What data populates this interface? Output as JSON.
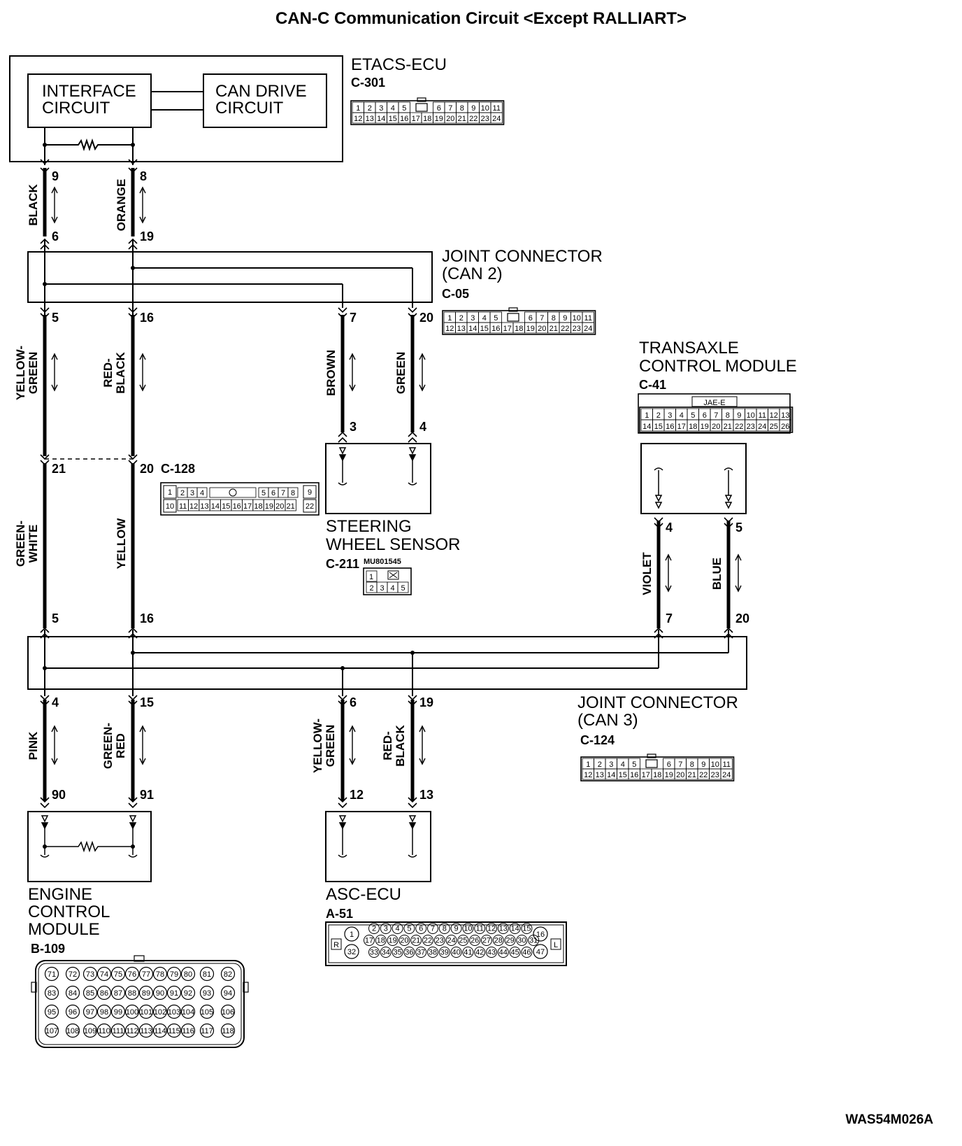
{
  "title": "CAN-C Communication Circuit <Except RALLIART>",
  "figure_code": "WAS54M026A",
  "etacs": {
    "name": "ETACS-ECU",
    "connector": "C-301",
    "interface": [
      "INTERFACE",
      "CIRCUIT"
    ],
    "can_drive": [
      "CAN DRIVE",
      "CIRCUIT"
    ],
    "cells_top": [
      "1",
      "2",
      "3",
      "4",
      "5",
      "6",
      "7",
      "8",
      "9",
      "10",
      "11"
    ],
    "cells_bottom": [
      "12",
      "13",
      "14",
      "15",
      "16",
      "17",
      "18",
      "19",
      "20",
      "21",
      "22",
      "23",
      "24"
    ]
  },
  "jc2": {
    "name": [
      "JOINT CONNECTOR",
      "(CAN 2)"
    ],
    "connector": "C-05",
    "cells_top": [
      "1",
      "2",
      "3",
      "4",
      "5",
      "6",
      "7",
      "8",
      "9",
      "10",
      "11"
    ],
    "cells_bottom": [
      "12",
      "13",
      "14",
      "15",
      "16",
      "17",
      "18",
      "19",
      "20",
      "21",
      "22",
      "23",
      "24"
    ]
  },
  "jc3": {
    "name": [
      "JOINT CONNECTOR",
      "(CAN 3)"
    ],
    "connector": "C-124",
    "cells_top": [
      "1",
      "2",
      "3",
      "4",
      "5",
      "6",
      "7",
      "8",
      "9",
      "10",
      "11"
    ],
    "cells_bottom": [
      "12",
      "13",
      "14",
      "15",
      "16",
      "17",
      "18",
      "19",
      "20",
      "21",
      "22",
      "23",
      "24"
    ]
  },
  "tcm": {
    "name": [
      "TRANSAXLE",
      "CONTROL MODULE"
    ],
    "connector": "C-41",
    "tag": "JAE-E",
    "cells_top": [
      "1",
      "2",
      "3",
      "4",
      "5",
      "6",
      "7",
      "8",
      "9",
      "10",
      "11",
      "12",
      "13"
    ],
    "cells_bottom": [
      "14",
      "15",
      "16",
      "17",
      "18",
      "19",
      "20",
      "21",
      "22",
      "23",
      "24",
      "25",
      "26"
    ]
  },
  "sws": {
    "name": [
      "STEERING",
      "WHEEL SENSOR"
    ],
    "connector": "C-211",
    "part_no": "MU801545",
    "cells_top": [
      "1"
    ],
    "cells_bottom": [
      "2",
      "3",
      "4",
      "5"
    ]
  },
  "c128": {
    "connector": "C-128",
    "cells_top": [
      "1",
      "2",
      "3",
      "4",
      "5",
      "6",
      "7",
      "8",
      "9"
    ],
    "cells_bottom": [
      "10",
      "11",
      "12",
      "13",
      "14",
      "15",
      "16",
      "17",
      "18",
      "19",
      "20",
      "21",
      "22"
    ]
  },
  "ecm": {
    "name": [
      "ENGINE",
      "CONTROL",
      "MODULE"
    ],
    "connector": "B-109",
    "rows": [
      [
        "71",
        "72",
        "73",
        "74",
        "75",
        "76",
        "77",
        "78",
        "79",
        "80",
        "81",
        "82"
      ],
      [
        "83",
        "84",
        "85",
        "86",
        "87",
        "88",
        "89",
        "90",
        "91",
        "92",
        "93",
        "94"
      ],
      [
        "95",
        "96",
        "97",
        "98",
        "99",
        "100",
        "101",
        "102",
        "103",
        "104",
        "105",
        "106"
      ],
      [
        "107",
        "108",
        "109",
        "110",
        "111",
        "112",
        "113",
        "114",
        "115",
        "116",
        "117",
        "118"
      ]
    ]
  },
  "asc": {
    "name": "ASC-ECU",
    "connector": "A-51",
    "side_left": "R",
    "side_right": "L",
    "left_pins": [
      "1",
      "32"
    ],
    "right_pins": [
      "16",
      "47"
    ],
    "rows": [
      [
        "2",
        "3",
        "4",
        "5",
        "6",
        "7",
        "8",
        "9",
        "10",
        "11",
        "12",
        "13",
        "14",
        "15"
      ],
      [
        "17",
        "18",
        "19",
        "20",
        "21",
        "22",
        "23",
        "24",
        "25",
        "26",
        "27",
        "28",
        "29",
        "30",
        "31"
      ],
      [
        "33",
        "34",
        "35",
        "36",
        "37",
        "38",
        "39",
        "40",
        "41",
        "42",
        "43",
        "44",
        "45",
        "46"
      ]
    ]
  },
  "wires": {
    "etacs_a": "BLACK",
    "etacs_b": "ORANGE",
    "yg_top": [
      "YELLOW-",
      "GREEN"
    ],
    "rb_top": [
      "RED-",
      "BLACK"
    ],
    "brown": "BROWN",
    "green": "GREEN",
    "gw": [
      "GREEN-",
      "WHITE"
    ],
    "yellow": "YELLOW",
    "violet": "VIOLET",
    "blue": "BLUE",
    "pink": "PINK",
    "gr": [
      "GREEN-",
      "RED"
    ],
    "yg_bot": [
      "YELLOW-",
      "GREEN"
    ],
    "rb_bot": [
      "RED-",
      "BLACK"
    ]
  },
  "pins": {
    "p9": "9",
    "p8": "8",
    "p6": "6",
    "p19": "19",
    "p5a": "5",
    "p16a": "16",
    "p7a": "7",
    "p20a": "20",
    "p3": "3",
    "p4a": "4",
    "p21": "21",
    "p20b": "20",
    "p5b": "5",
    "p16b": "16",
    "p4b": "4",
    "p5c": "5",
    "p7b": "7",
    "p20c": "20",
    "p4c": "4",
    "p15": "15",
    "p6b": "6",
    "p19b": "19",
    "p90": "90",
    "p91": "91",
    "p12": "12",
    "p13": "13"
  }
}
